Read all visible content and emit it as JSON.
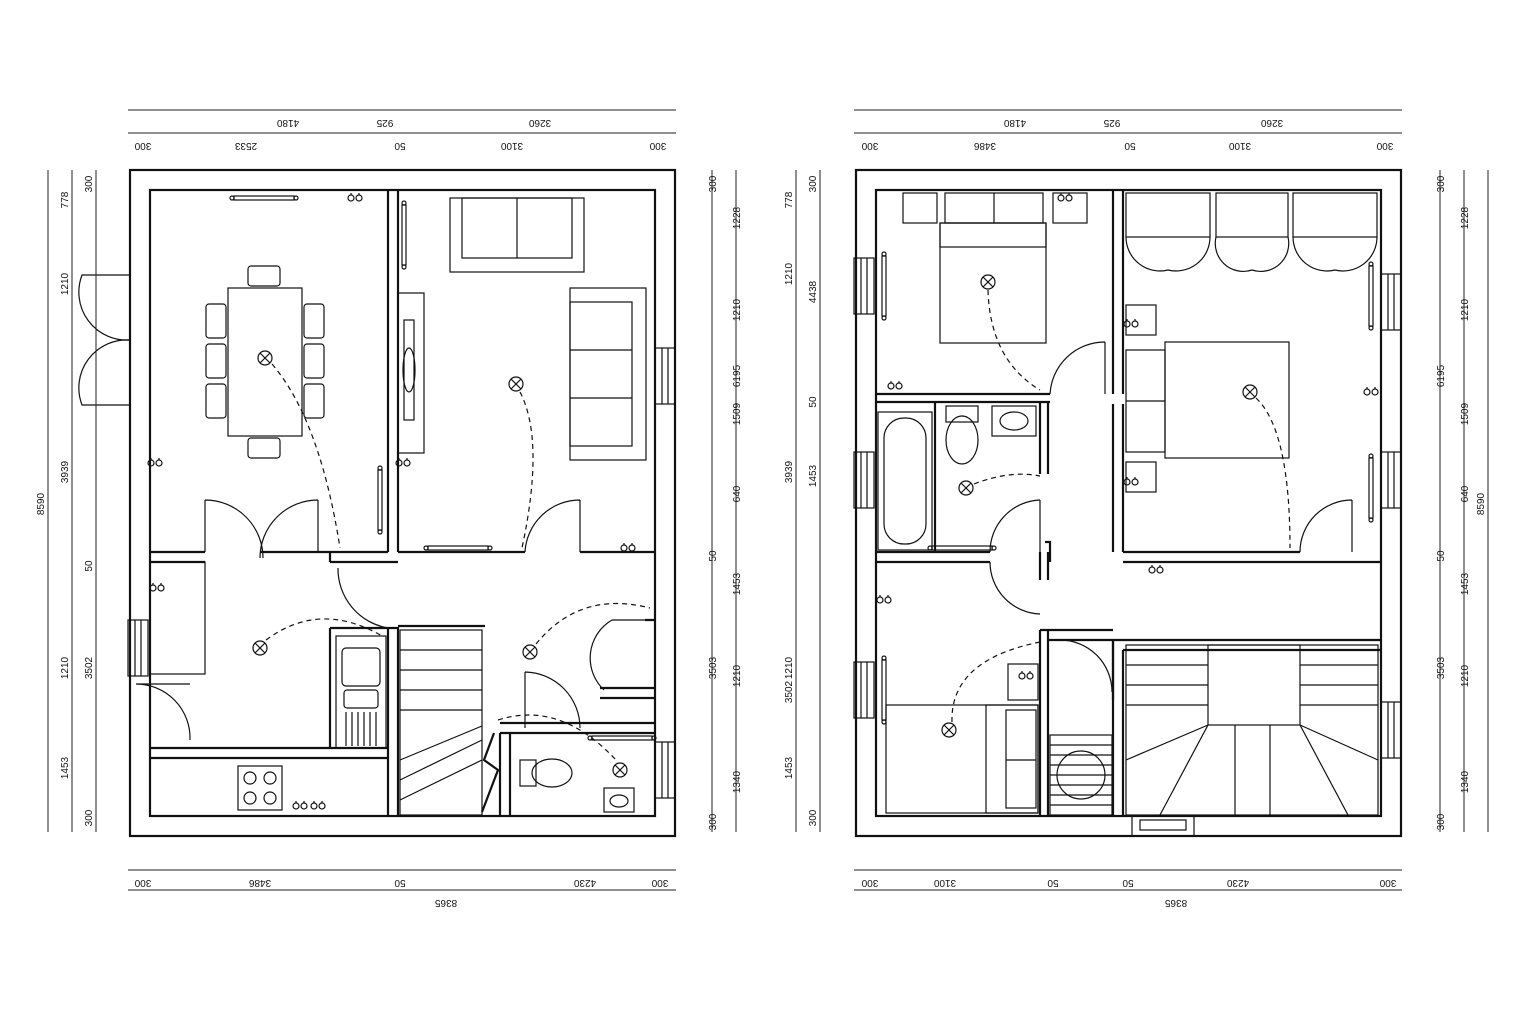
{
  "ground_floor": {
    "top_outer": [
      "4180",
      "925",
      "3260"
    ],
    "top_inner": [
      "300",
      "2533",
      "50",
      "3100",
      "300"
    ],
    "bottom_inner": [
      "300",
      "3486",
      "50",
      "4230",
      "300"
    ],
    "bottom_total": "8365",
    "left_total": "8590",
    "left_outer": [
      "3939",
      "50",
      "3502"
    ],
    "left_inner": [
      "300",
      "778",
      "1210",
      "1210",
      "1453",
      "300"
    ],
    "right_total": "6195",
    "right_outer": [
      "300",
      "1228",
      "1210",
      "1509",
      "640",
      "50",
      "1453",
      "3503",
      "1210",
      "1340",
      "300"
    ]
  },
  "first_floor": {
    "top_outer": [
      "4180",
      "925",
      "3260"
    ],
    "top_inner": [
      "300",
      "3486",
      "50",
      "3100",
      "300"
    ],
    "bottom_inner": [
      "300",
      "3100",
      "50",
      "50",
      "4230",
      "300"
    ],
    "bottom_total": "8365",
    "left_outer": [
      "3939",
      "3502"
    ],
    "left_mid": [
      "4438",
      "50",
      "1453"
    ],
    "left_inner": [
      "300",
      "778",
      "1210",
      "1210",
      "1453",
      "300"
    ],
    "right_total": "6195",
    "right_total2": "8590",
    "right_outer": [
      "300",
      "1228",
      "1210",
      "1509",
      "640",
      "50",
      "1453",
      "3503",
      "1210",
      "1340",
      "300"
    ]
  }
}
